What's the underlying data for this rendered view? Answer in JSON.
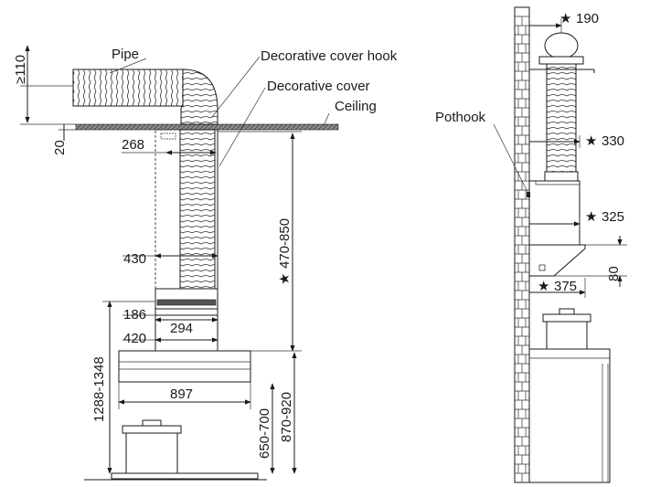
{
  "labels": {
    "pipe": "Pipe",
    "hook": "Decorative cover hook",
    "cover": "Decorative cover",
    "ceiling": "Ceiling",
    "pothook": "Pothook"
  },
  "front_dims": {
    "min_clearance": "≥110",
    "ceiling_gap": "20",
    "pipe_offset": "268",
    "height_range": "470-850",
    "cover_width": "430",
    "bracket_width": "186",
    "bracket_inner": "294",
    "body_width": "420",
    "total_width": "897",
    "total_height": "1288-1348",
    "mount_low": "650-700",
    "mount_high": "870-920"
  },
  "side_dims": {
    "pipe_diameter": "190",
    "cover_depth": "330",
    "body_depth": "325",
    "canopy_height": "80",
    "canopy_depth": "375"
  },
  "star_symbol": "★",
  "colors": {
    "line": "#1a1a1a",
    "ceiling": "#555555",
    "brick": "#ffffff"
  }
}
